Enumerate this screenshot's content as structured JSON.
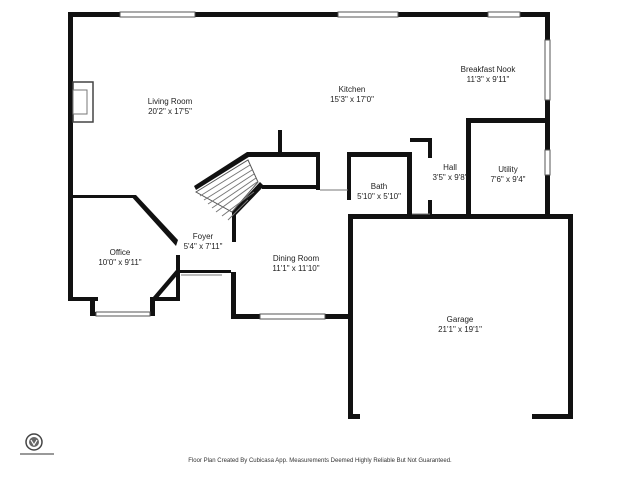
{
  "rooms": {
    "living_room": {
      "name": "Living Room",
      "dims": "20'2\" x 17'5\""
    },
    "kitchen": {
      "name": "Kitchen",
      "dims": "15'3\" x 17'0\""
    },
    "breakfast_nook": {
      "name": "Breakfast Nook",
      "dims": "11'3\" x 9'11\""
    },
    "bath": {
      "name": "Bath",
      "dims": "5'10\" x 5'10\""
    },
    "hall": {
      "name": "Hall",
      "dims": "3'5\" x 9'8\""
    },
    "utility": {
      "name": "Utility",
      "dims": "7'6\" x 9'4\""
    },
    "office": {
      "name": "Office",
      "dims": "10'0\" x 9'11\""
    },
    "foyer": {
      "name": "Foyer",
      "dims": "5'4\" x 7'11\""
    },
    "dining_room": {
      "name": "Dining Room",
      "dims": "11'1\" x 11'10\""
    },
    "garage": {
      "name": "Garage",
      "dims": "21'1\" x 19'1\""
    }
  },
  "footer": {
    "disclaimer": "Floor Plan Created By Cubicasa App. Measurements Deemed Highly Reliable But Not Guaranteed."
  },
  "logo": {
    "icon": "company-logo-icon"
  }
}
